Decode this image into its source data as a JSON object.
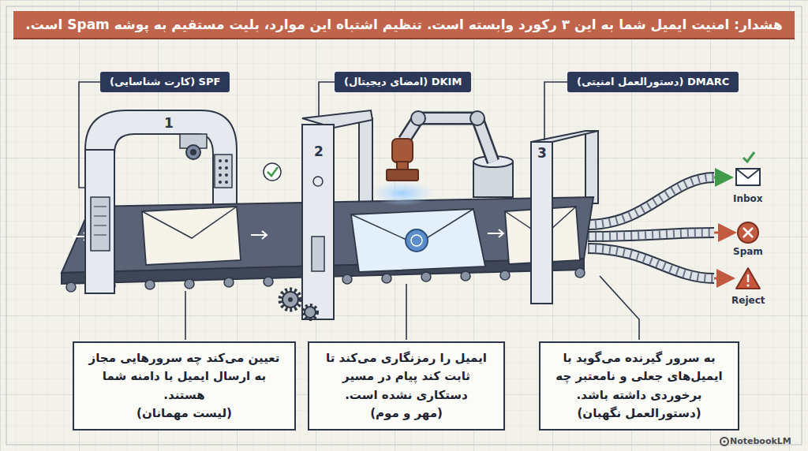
{
  "diagram": {
    "title": "هشدار: امنیت ایمیل شما به این ۳ رکورد وابسته است. تنظیم اشتباه این موارد، بلیت مستقیم به پوشه Spam است.",
    "nodes": [
      {
        "text": [
          "SPF (کارت شناسایی)"
        ]
      },
      {
        "text": [
          "DKIM (امضای دیجیتال)"
        ]
      },
      {
        "text": [
          "DMARC (دستورالعمل امنیتی)"
        ]
      },
      {
        "text": [
          "تعیین می‌کند چه سرورهایی مجاز به ارسال ایمیل با دامنه شما هستند.",
          "(لیست مهمانان)"
        ]
      },
      {
        "text": [
          "ایمیل را رمزنگاری می‌کند تا ثابت کند پیام در مسیر دستکاری نشده است.",
          "(مهر و موم)"
        ]
      },
      {
        "text": [
          "به سرور گیرنده می‌گوید با ایمیل‌های جعلی و نامعتبر چه برخوردی داشته باشد.",
          "(دستورالعمل نگهبان)"
        ]
      }
    ],
    "labels": [
      "1",
      "2",
      "3",
      "Inbox",
      "Spam",
      "Reject",
      "NotebookLM"
    ]
  }
}
